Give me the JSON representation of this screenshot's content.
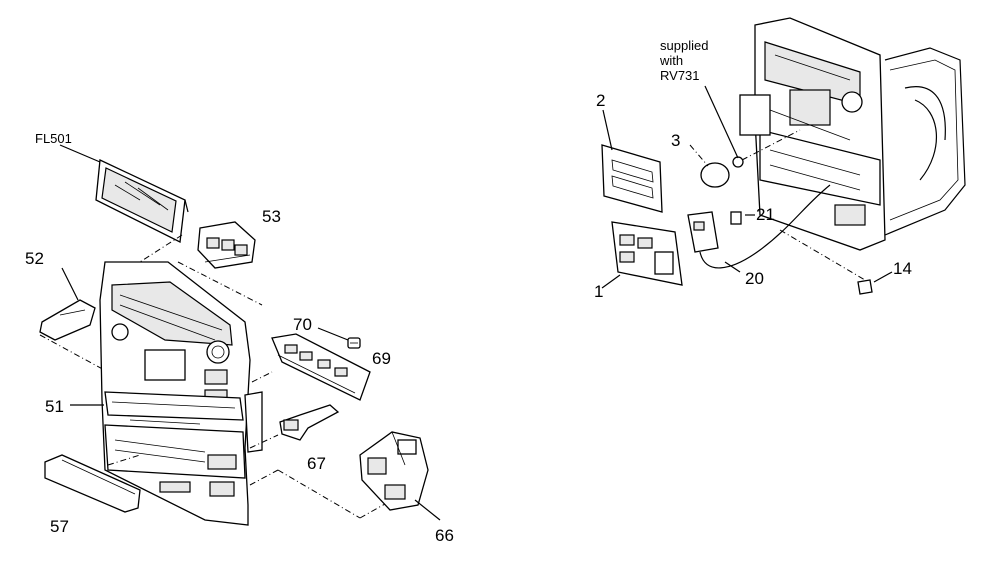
{
  "labels": {
    "fl501": "FL501",
    "p53": "53",
    "p52": "52",
    "p70": "70",
    "p69": "69",
    "p51": "51",
    "p67": "67",
    "p57": "57",
    "p66": "66",
    "p2": "2",
    "p3": "3",
    "p21": "21",
    "p1": "1",
    "p20": "20",
    "p14": "14"
  },
  "note": {
    "line1": "supplied",
    "line2": "with",
    "line3": "RV731"
  }
}
